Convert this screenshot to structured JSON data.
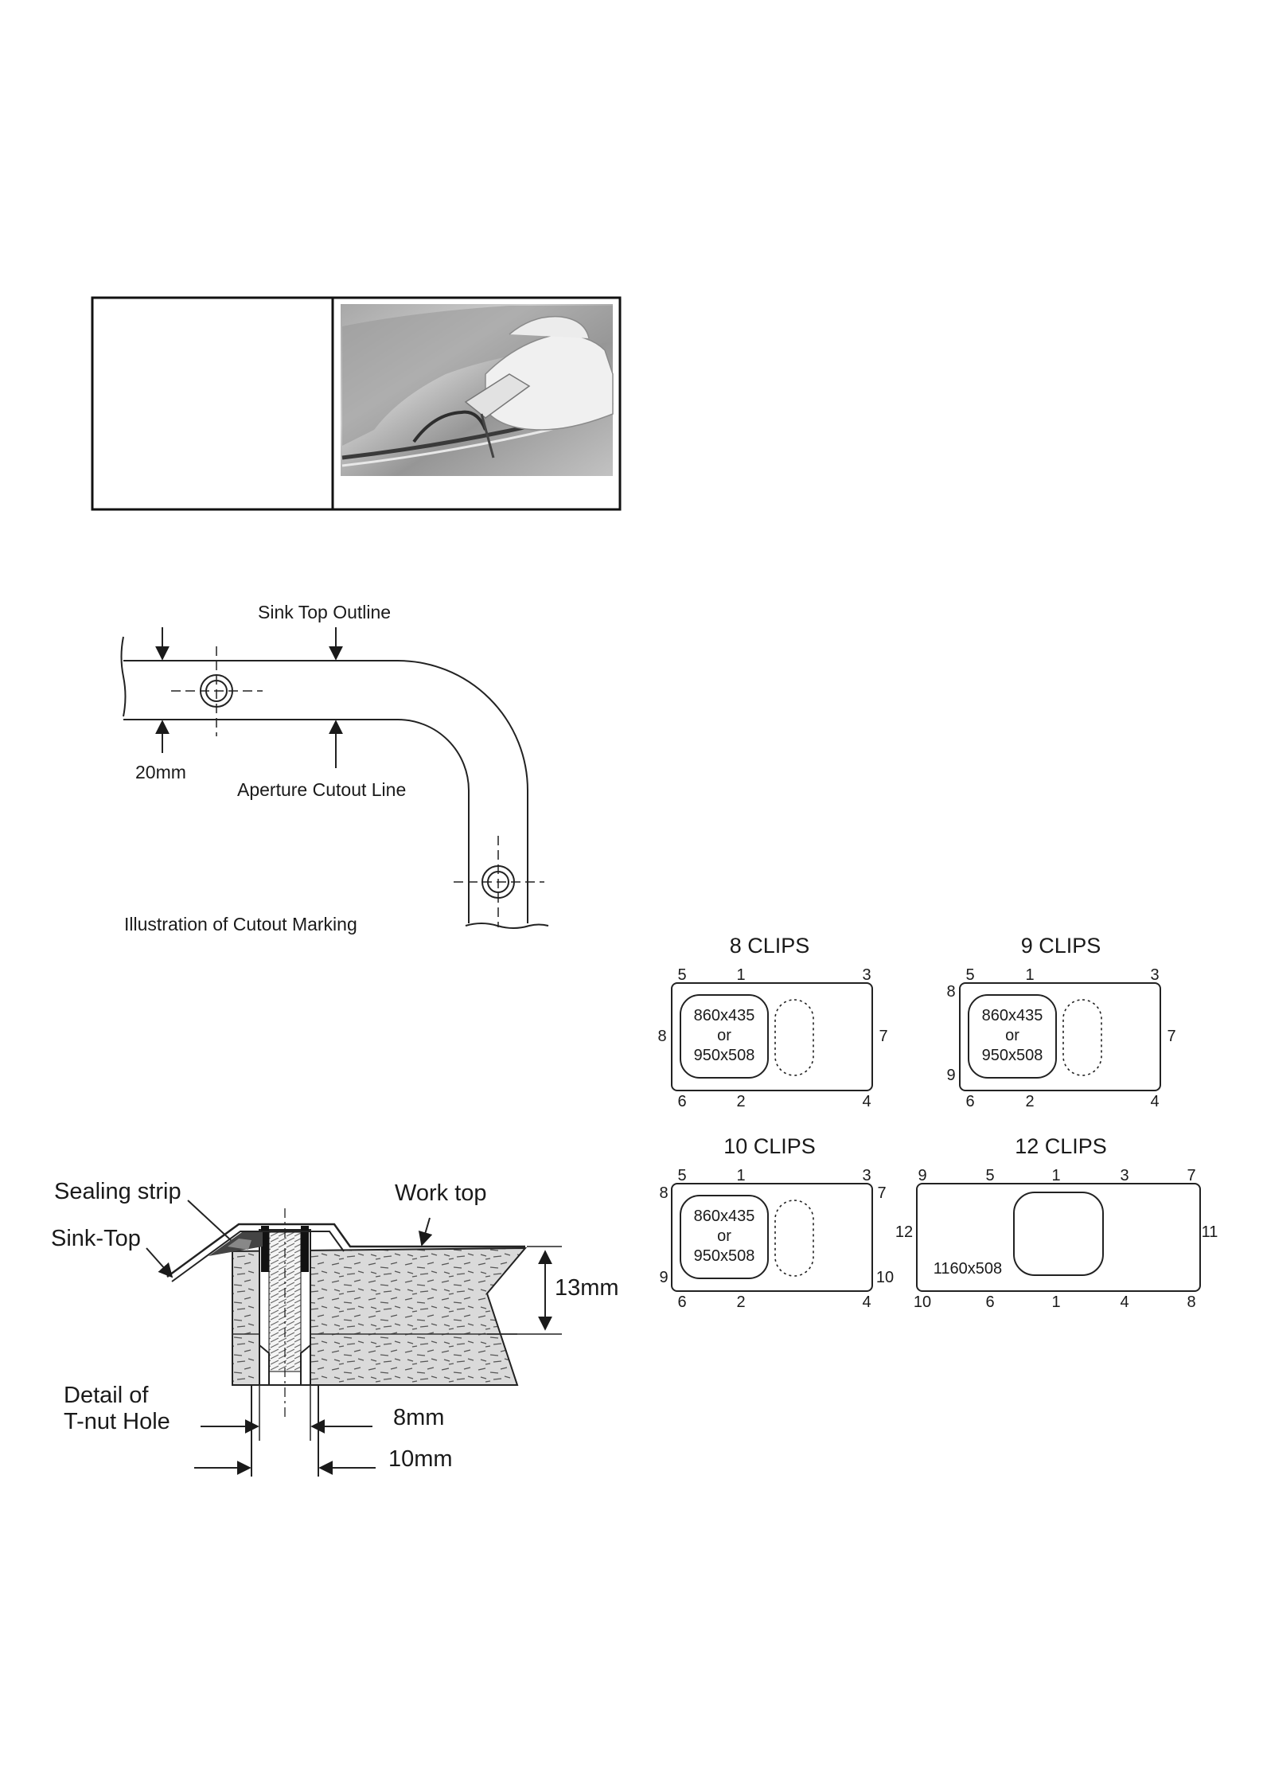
{
  "cutout": {
    "sink_top_outline": "Sink Top Outline",
    "dim_20": "20mm",
    "aperture_cutout_line": "Aperture Cutout Line",
    "caption": "Illustration of Cutout Marking"
  },
  "section": {
    "sealing_strip": "Sealing strip",
    "sink_top": "Sink-Top",
    "work_top": "Work top",
    "dim_13": "13mm",
    "detail_line1": "Detail of",
    "detail_line2": "T-nut Hole",
    "dim_8": "8mm",
    "dim_10": "10mm"
  },
  "clips": {
    "c8": {
      "title": "8 CLIPS",
      "n5": "5",
      "n1": "1",
      "n3": "3",
      "n8": "8",
      "n7": "7",
      "n6": "6",
      "n2": "2",
      "n4": "4",
      "size1": "860x435",
      "size2": "or",
      "size3": "950x508"
    },
    "c9": {
      "title": "9 CLIPS",
      "n5": "5",
      "n1": "1",
      "n3": "3",
      "n8": "8",
      "n7": "7",
      "n9": "9",
      "n6": "6",
      "n2": "2",
      "n4": "4",
      "size1": "860x435",
      "size2": "or",
      "size3": "950x508"
    },
    "c10": {
      "title": "10 CLIPS",
      "n5": "5",
      "n1": "1",
      "n3": "3",
      "n8": "8",
      "n7": "7",
      "n9": "9",
      "n10": "10",
      "n6": "6",
      "n2": "2",
      "n4": "4",
      "size1": "860x435",
      "size2": "or",
      "size3": "950x508"
    },
    "c12": {
      "title": "12 CLIPS",
      "n9": "9",
      "n5": "5",
      "n1": "1",
      "n3": "3",
      "n7": "7",
      "n12": "12",
      "n11": "11",
      "n10": "10",
      "n6": "6",
      "n1b": "1",
      "n4": "4",
      "n8": "8",
      "size": "1160x508"
    }
  }
}
